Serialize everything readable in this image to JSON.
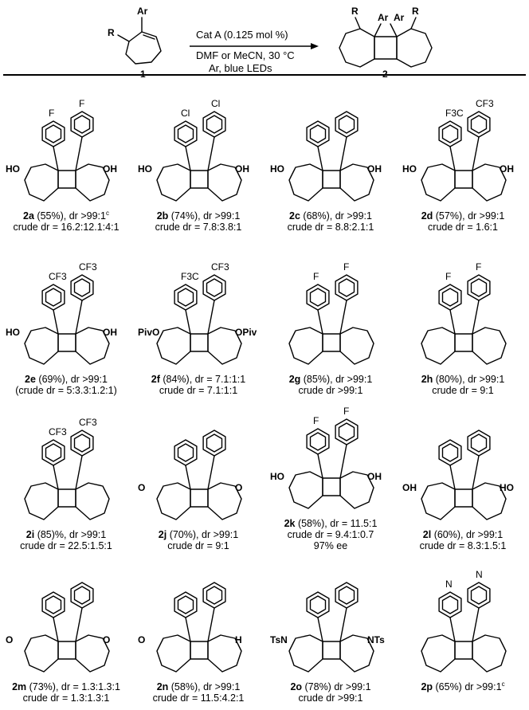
{
  "header": {
    "title": "Substrate scope",
    "reactant": {
      "ar": "Ar",
      "r": "R",
      "number": "1"
    },
    "product": {
      "r_left": "R",
      "ar_left": "Ar",
      "ar_right": "Ar",
      "r_right": "R",
      "number": "2"
    },
    "conditions": {
      "line1": "Cat A (0.125 mol %)",
      "line2": "DMF or MeCN, 30 °C",
      "line3": "Ar, blue LEDs"
    }
  },
  "entries": [
    {
      "id": "2a",
      "yield": "(55%)",
      "dr": ", dr >99:1",
      "sup": "c",
      "crude": "crude dr = 16.2:12.1:4:1",
      "extra": "",
      "subst": "F",
      "label_l": "HO",
      "label_r": "OH"
    },
    {
      "id": "2b",
      "yield": "(74%)",
      "dr": ", dr >99:1",
      "sup": "",
      "crude": "crude dr = 7.8:3.8:1",
      "extra": "",
      "subst": "Cl",
      "label_l": "HO",
      "label_r": "OH"
    },
    {
      "id": "2c",
      "yield": "(68%)",
      "dr": ", dr >99:1",
      "sup": "",
      "crude": "crude dr = 8.8:2.1:1",
      "extra": "",
      "subst": "",
      "label_l": "HO",
      "label_r": "OH"
    },
    {
      "id": "2d",
      "yield": "(57%)",
      "dr": ", dr >99:1",
      "sup": "",
      "crude": "crude dr = 1.6:1",
      "extra": "",
      "subst": "F3C",
      "subst_r": "CF3",
      "label_l": "HO",
      "label_r": "OH"
    },
    {
      "id": "2e",
      "yield": "(69%)",
      "dr": ", dr >99:1",
      "sup": "",
      "crude": "(crude dr = 5:3.3:1.2:1)",
      "extra": "",
      "subst": "CF3",
      "label_l": "HO",
      "label_r": "OH"
    },
    {
      "id": "2f",
      "yield": "(84%)",
      "dr": ", dr = 7.1:1:1",
      "sup": "",
      "crude": "crude dr = 7.1:1:1",
      "extra": "",
      "subst": "F3C",
      "subst_r": "CF3",
      "label_l": "PivO",
      "label_r": "OPiv"
    },
    {
      "id": "2g",
      "yield": "(85%)",
      "dr": ", dr >99:1",
      "sup": "",
      "crude": "crude dr >99:1",
      "extra": "",
      "subst": "F",
      "label_l": "",
      "label_r": ""
    },
    {
      "id": "2h",
      "yield": "(80%)",
      "dr": ", dr >99:1",
      "sup": "",
      "crude": "crude dr = 9:1",
      "extra": "",
      "subst": "F",
      "label_l": "",
      "label_r": ""
    },
    {
      "id": "2i",
      "yield": "(85)%",
      "dr": ", dr >99:1",
      "sup": "",
      "crude": "crude dr = 22.5:1.5:1",
      "extra": "",
      "subst": "CF3",
      "label_l": "",
      "label_r": ""
    },
    {
      "id": "2j",
      "yield": "(70%)",
      "dr": ", dr >99:1",
      "sup": "",
      "crude": "crude dr = 9:1",
      "extra": "",
      "subst": "",
      "label_l": "O",
      "label_r": "O"
    },
    {
      "id": "2k",
      "yield": "(58%)",
      "dr": ", dr = 11.5:1",
      "sup": "",
      "crude": "crude dr = 9.4:1:0.7",
      "extra": "97% ee",
      "subst": "F",
      "label_l": "HO",
      "label_r": "OH"
    },
    {
      "id": "2l",
      "yield": "(60%)",
      "dr": ", dr >99:1",
      "sup": "",
      "crude": "crude dr = 8.3:1.5:1",
      "extra": "",
      "subst": "",
      "label_l": "OH",
      "label_r": "HO"
    },
    {
      "id": "2m",
      "yield": "(73%)",
      "dr": ", dr = 1.3:1.3:1",
      "sup": "",
      "crude": "crude dr = 1.3:1.3:1",
      "extra": "",
      "subst": "",
      "label_l": "O",
      "label_r": "O"
    },
    {
      "id": "2n",
      "yield": "(58%)",
      "dr": ", dr >99:1",
      "sup": "",
      "crude": "crude dr = 11.5:4.2:1",
      "extra": "",
      "subst": "",
      "label_l": "O",
      "label_r": "H"
    },
    {
      "id": "2o",
      "yield": "(78%)",
      "dr": " dr >99:1",
      "sup": "",
      "crude": "crude dr >99:1",
      "extra": "",
      "subst": "",
      "label_l": "TsN",
      "label_r": "NTs"
    },
    {
      "id": "2p",
      "yield": "(65%)",
      "dr": " dr >99:1",
      "sup": "c",
      "crude": "",
      "extra": "",
      "subst": "N",
      "label_l": "",
      "label_r": ""
    }
  ]
}
